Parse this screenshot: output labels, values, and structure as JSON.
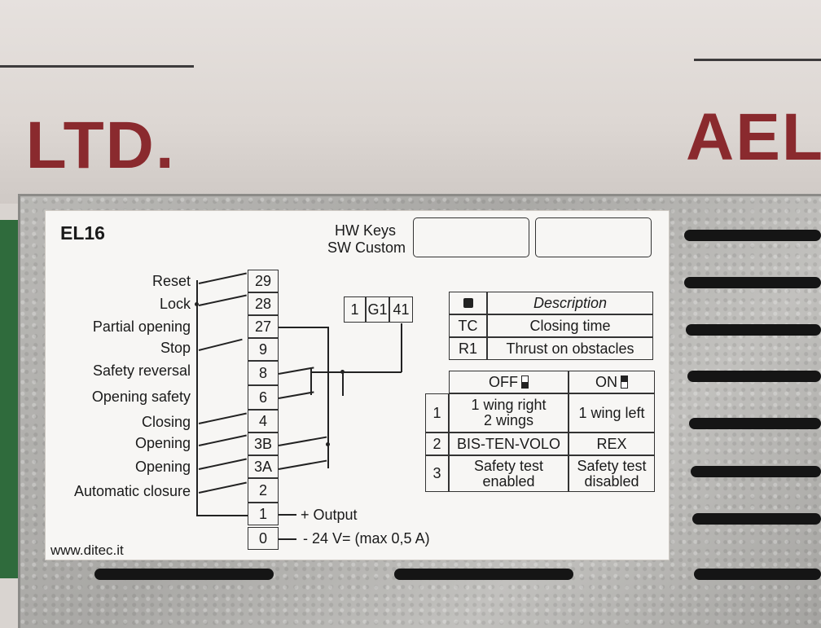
{
  "wall": {
    "left_text": ". LTD.",
    "right_text": "AEL"
  },
  "label": {
    "model": "EL16",
    "hw_keys": "HW Keys",
    "sw_custom": "SW Custom",
    "website": "www.ditec.it",
    "inputs": [
      {
        "name": "Reset",
        "terminal": "29"
      },
      {
        "name": "Lock",
        "terminal": "28"
      },
      {
        "name": "Partial opening",
        "terminal": "27"
      },
      {
        "name": "Stop",
        "terminal": "9"
      },
      {
        "name": "Safety reversal",
        "terminal": "8"
      },
      {
        "name": "Opening safety",
        "terminal": "6"
      },
      {
        "name": "Closing",
        "terminal": "4"
      },
      {
        "name": "Opening",
        "terminal": "3B"
      },
      {
        "name": "Opening",
        "terminal": "3A"
      },
      {
        "name": "Automatic closure",
        "terminal": "2"
      },
      {
        "name": "",
        "terminal": "1"
      },
      {
        "name": "",
        "terminal": "0"
      }
    ],
    "output_plus": "+ Output",
    "output_minus": "- 24 V= (max 0,5 A)",
    "connector": [
      "1",
      "G1",
      "41"
    ],
    "trimmers": {
      "header": "Description",
      "rows": [
        {
          "code": "TC",
          "desc": "Closing time"
        },
        {
          "code": "R1",
          "desc": "Thrust on obstacles"
        }
      ]
    },
    "dip": {
      "off": "OFF",
      "on": "ON",
      "rows": [
        {
          "num": "1",
          "off": "1 wing right\n2 wings",
          "on": "1 wing left"
        },
        {
          "num": "2",
          "off": "BIS-TEN-VOLO",
          "on": "REX"
        },
        {
          "num": "3",
          "off": "Safety test\nenabled",
          "on": "Safety test\ndisabled"
        }
      ]
    }
  }
}
